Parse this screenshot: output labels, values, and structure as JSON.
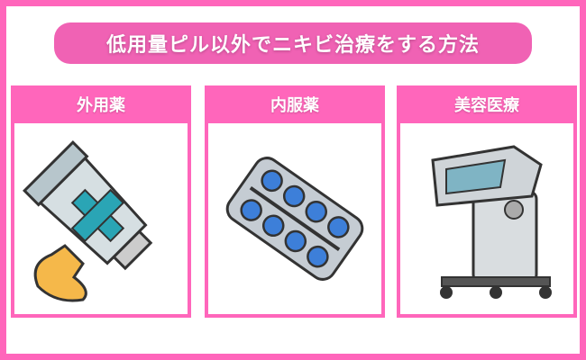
{
  "title": "低用量ピル以外でニキビ治療をする方法",
  "cards": [
    {
      "label": "外用薬",
      "icon": "ointment-tube-icon"
    },
    {
      "label": "内服薬",
      "icon": "pill-blister-pack-icon"
    },
    {
      "label": "美容医療",
      "icon": "aesthetic-machine-icon"
    }
  ]
}
